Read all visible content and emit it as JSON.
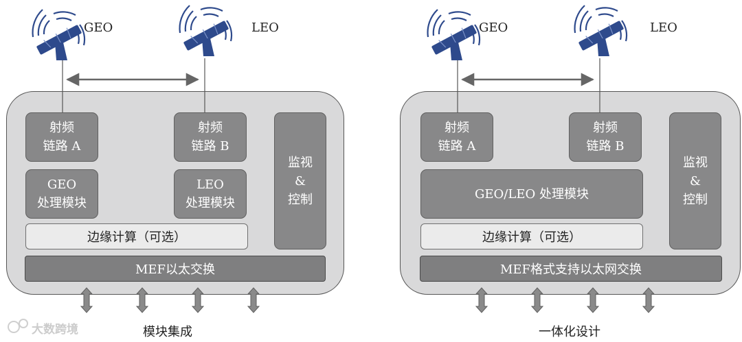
{
  "left": {
    "sat_geo": "GEO",
    "sat_leo": "LEO",
    "rf_a": "射频\n链路 A",
    "rf_b": "射频\n链路 B",
    "proc_geo": "GEO\n处理模块",
    "proc_leo": "LEO\n处理模块",
    "monitor": "监视\n&\n控制",
    "edge": "边缘计算（可选）",
    "mef": "MEF以太交换",
    "caption": "模块集成"
  },
  "right": {
    "sat_geo": "GEO",
    "sat_leo": "LEO",
    "rf_a": "射频\n链路 A",
    "rf_b": "射频\n链路 B",
    "proc": "GEO/LEO 处理模块",
    "monitor": "监视\n&\n控制",
    "edge": "边缘计算（可选）",
    "mef": "MEF格式支持以太网交换",
    "caption": "一体化设计"
  },
  "watermark": "大数跨境",
  "colors": {
    "satellite": "#2e4a8c",
    "box": "#888889",
    "panel": "#d9d9da",
    "arrow": "#8a8a8a"
  }
}
